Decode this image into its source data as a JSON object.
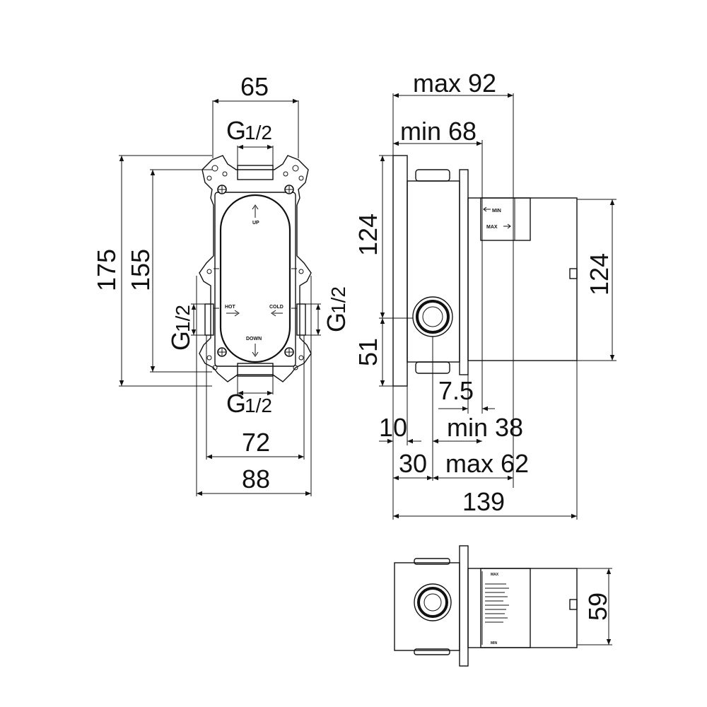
{
  "front_view": {
    "width_65": "65",
    "g_top": "G",
    "g_top_frac": "1/2",
    "height_175": "175",
    "height_155": "155",
    "g_left": "G",
    "g_left_frac": "1/2",
    "g_right": "G",
    "g_right_frac": "1/2",
    "g_bottom": "G",
    "g_bottom_frac": "1/2",
    "width_72": "72",
    "width_88": "88",
    "label_up": "UP",
    "label_down": "DOWN",
    "label_hot": "HOT",
    "label_cold": "COLD"
  },
  "side_view": {
    "max_92": "max 92",
    "min_68": "min 68",
    "height_124_left": "124",
    "height_51": "51",
    "height_124_right": "124",
    "dim_7_5": "7.5",
    "dim_10": "10",
    "min_38": "min 38",
    "dim_30": "30",
    "max_62": "max 62",
    "width_139": "139",
    "label_min": "MIN",
    "label_max": "MAX"
  },
  "bottom_view": {
    "height_59": "59",
    "label_min": "MIN",
    "label_max": "MAX"
  }
}
